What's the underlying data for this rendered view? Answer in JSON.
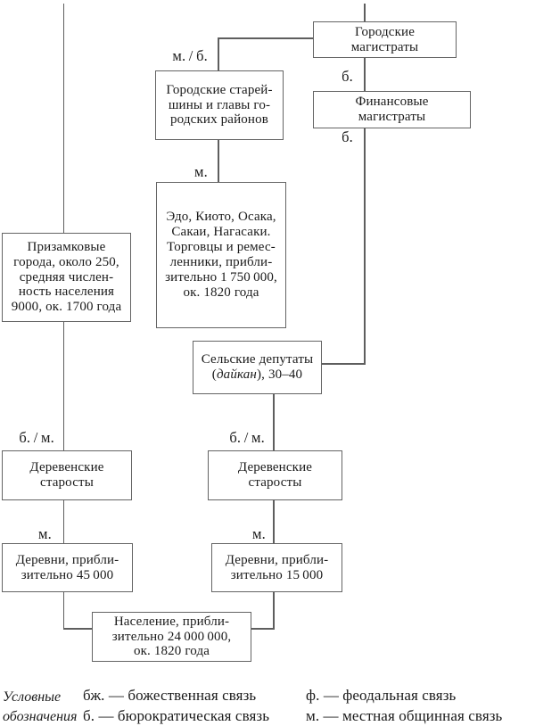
{
  "boxes": {
    "city_magistrates": {
      "lines": [
        "Городские",
        "магистраты"
      ]
    },
    "finance_magistrates": {
      "lines": [
        "Финансовые",
        "магистраты"
      ]
    },
    "city_elders": {
      "lines": [
        "Городские старей-",
        "шины и главы го-",
        "родских районов"
      ]
    },
    "edo_cities": {
      "lines": [
        "Эдо, Киото, Осака,",
        "Сакаи, Нагасаки.",
        "Торговцы и ремес-",
        "ленники, прибли-",
        "зительно 1 750 000,",
        "ок. 1820 года"
      ]
    },
    "castle_towns": {
      "lines": [
        "Призамковые",
        "города, около 250,",
        "средняя числен-",
        "ность населения",
        "9000, ок. 1700 года"
      ]
    },
    "rural_deputies": {
      "line1": "Сельские депутаты",
      "line2_pre": "(",
      "line2_italic": "дайкан",
      "line2_post": "), 30–40"
    },
    "village_headmen_left": {
      "lines": [
        "Деревенские",
        "старосты"
      ]
    },
    "village_headmen_right": {
      "lines": [
        "Деревенские",
        "старосты"
      ]
    },
    "villages_left": {
      "lines": [
        "Деревни, прибли-",
        "зительно 45 000"
      ]
    },
    "villages_right": {
      "lines": [
        "Деревни, прибли-",
        "зительно 15 000"
      ]
    },
    "population": {
      "lines": [
        "Население, прибли-",
        "зительно 24 000 000,",
        "ок. 1820 года"
      ]
    }
  },
  "labels": {
    "top_mb": "м. / б.",
    "b_top": "б.",
    "b_mid": "б.",
    "m_center": "м.",
    "bm_left": "б. / м.",
    "bm_right": "б. / м.",
    "m_left": "м.",
    "m_right": "м."
  },
  "legend": {
    "title_lines": [
      "Условные",
      "обозначения"
    ],
    "entries_left": [
      "бж. — божественная связь",
      "б. — бюрократическая связь"
    ],
    "entries_right": [
      "ф. — феодальная связь",
      "м. — местная общинная связь"
    ]
  },
  "colors": {
    "line": "#5e5e5e",
    "border": "#646464",
    "text": "#1a1a1a",
    "background": "#ffffff"
  }
}
